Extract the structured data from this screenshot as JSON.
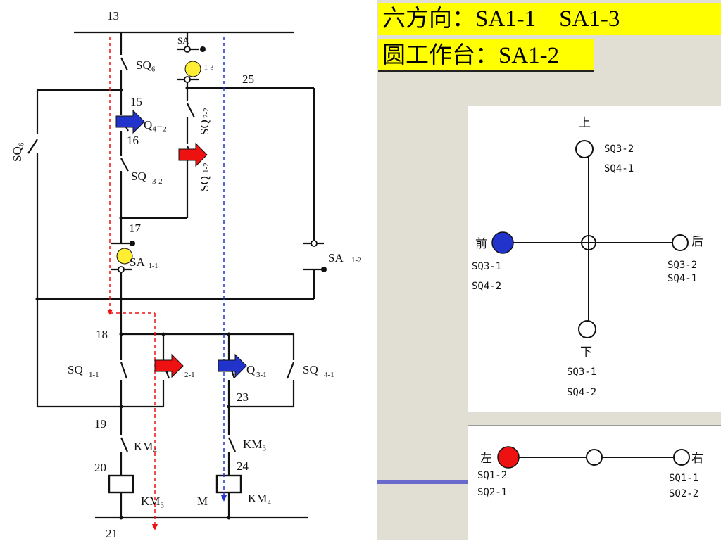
{
  "banner": {
    "six_directions": "六方向：SA1-1　SA1-3",
    "round_table": "圆工作台：SA1-2"
  },
  "circuit": {
    "nodes": {
      "n13": "13",
      "n15": "15",
      "n16": "16",
      "n17": "17",
      "n18": "18",
      "n19": "19",
      "n20": "20",
      "n21": "21",
      "n23": "23",
      "n24": "24",
      "n25": "25"
    },
    "labels": {
      "sq6_top": "SQ₆",
      "sq6_left": "SQ₆",
      "sa1_3_top": "SA",
      "sa1_3_sub": "1-3",
      "sq2_2": "SQ",
      "sq2_2_sub": "2-2",
      "sq4_2": "Q₄₋₂",
      "sq3_2": "SQ",
      "sq3_2_sub": "3-2",
      "sq1_2": "SQ",
      "sq1_2_sub": "1-2",
      "sa1_1": "SA",
      "sa1_1_sub": "1-1",
      "sa1_2": "SA",
      "sa1_2_sub": "1-2",
      "sq1_1": "SQ",
      "sq1_1_sub": "1-1",
      "sq2_1_sub": "2-1",
      "sq3_1": "Q",
      "sq3_1_sub": "3-1",
      "sq4_1": "SQ",
      "sq4_1_sub": "4-1",
      "km4_left": "KM₄",
      "km3_right": "KM₃",
      "km3_coil": "KM₃",
      "m_label": "M",
      "km4_coil": "KM₄"
    }
  },
  "joystick_cross": {
    "up": {
      "label": "上",
      "codes": [
        "SQ3-2",
        "SQ4-1"
      ]
    },
    "front": {
      "label": "前",
      "codes": [
        "SQ3-1",
        "SQ4-2"
      ]
    },
    "back": {
      "label": "后",
      "codes": [
        "SQ3-2",
        "SQ4-1"
      ]
    },
    "down": {
      "label": "下",
      "codes": [
        "SQ3-1",
        "SQ4-2"
      ]
    },
    "active": "front",
    "active_color": "#2233cc"
  },
  "joystick_line": {
    "left": {
      "label": "左",
      "codes": [
        "SQ1-2",
        "SQ2-1"
      ]
    },
    "right": {
      "label": "右",
      "codes": [
        "SQ1-1",
        "SQ2-2"
      ]
    },
    "active": "left",
    "active_color": "#ee1111"
  },
  "colors": {
    "banner": "#ffff00",
    "right_background": "#e1dfd3",
    "red_arrow": "#ee1111",
    "blue_arrow": "#2233cc",
    "yellow_marker": "#ffee33",
    "red_path": "#ee1111",
    "blue_path": "#2233cc"
  }
}
